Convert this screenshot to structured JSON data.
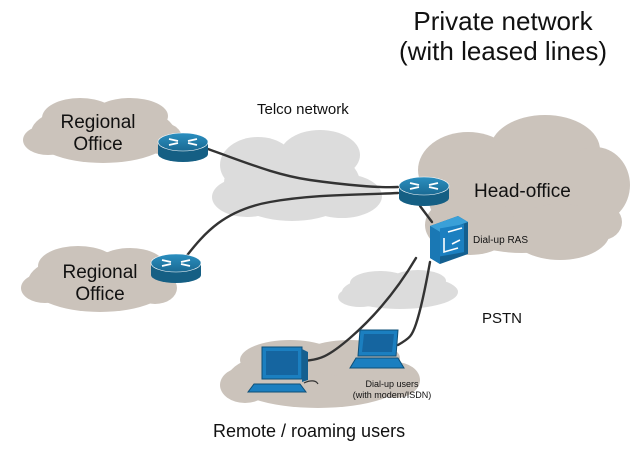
{
  "title": {
    "line1": "Private network",
    "line2": "(with leased lines)"
  },
  "clouds": {
    "telco": "Telco network",
    "pstn": "PSTN",
    "head_office": "Head-office",
    "regional_top": [
      "Regional",
      "Office"
    ],
    "regional_bottom": [
      "Regional",
      "Office"
    ],
    "remote": "Remote / roaming users"
  },
  "devices": {
    "ras_label": "Dial-up RAS",
    "dialup_users": [
      "Dial-up users",
      "(with modem/ISDN)"
    ]
  },
  "colors": {
    "cloud_dark": "#cbc3bb",
    "cloud_light": "#dcdcdc",
    "router": "#1b6f98",
    "device": "#1b7fc0",
    "link": "#333333"
  }
}
